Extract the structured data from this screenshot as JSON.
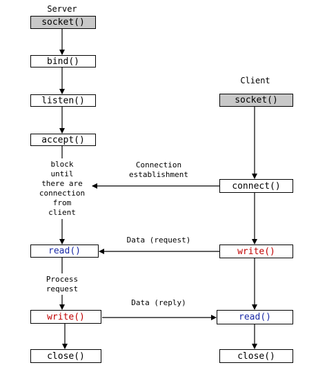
{
  "colors": {
    "socket_fill": "#c8c8c8",
    "write_text": "#c00000",
    "read_text": "#1a2aa6",
    "line": "#000000"
  },
  "server": {
    "title": "Server",
    "socket": "socket()",
    "bind": "bind()",
    "listen": "listen()",
    "accept": "accept()",
    "block_note": "block\nuntil\nthere are\nconnection\nfrom\nclient",
    "read": "read()",
    "process_note": "Process\nrequest",
    "write": "write()",
    "close": "close()"
  },
  "client": {
    "title": "Client",
    "socket": "socket()",
    "connect": "connect()",
    "write": "write()",
    "read": "read()",
    "close": "close()"
  },
  "edges": {
    "connection": "Connection\nestablishment",
    "request": "Data (request)",
    "reply": "Data (reply)"
  }
}
